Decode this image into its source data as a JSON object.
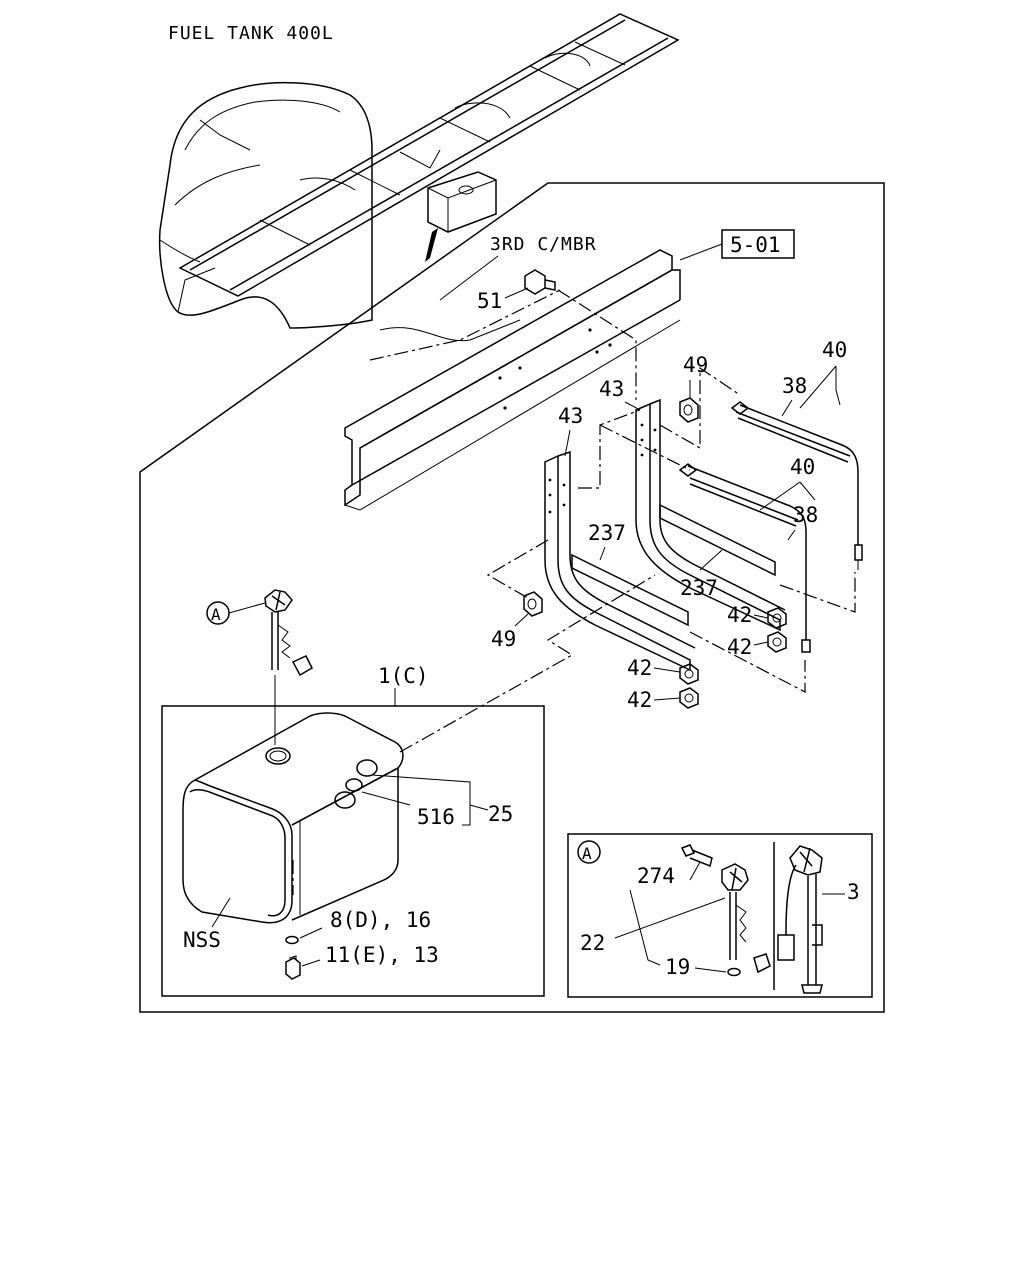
{
  "title": "FUEL TANK 400L",
  "labels": {
    "member": "3RD C/MBR",
    "ref": "5-01",
    "p51": "51",
    "p49a": "49",
    "p40a": "40",
    "p38a": "38",
    "p43a": "43",
    "p43b": "43",
    "p40b": "40",
    "p38b": "38",
    "p237a": "237",
    "p237b": "237",
    "p49b": "49",
    "p42a": "42",
    "p42b": "42",
    "p42c": "42",
    "p42d": "42",
    "detailA_marker": "A",
    "tank": "1(C)",
    "p25": "25",
    "p516": "516",
    "nss": "NSS",
    "p8": "8(D), 16",
    "p11": "11(E), 13",
    "inset_marker": "A",
    "p274": "274",
    "p22": "22",
    "p19": "19",
    "p3": "3"
  }
}
